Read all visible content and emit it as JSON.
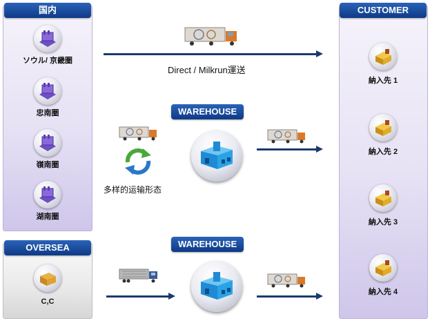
{
  "domestic": {
    "title": "国内",
    "regions": [
      "ソウル/ 京畿圏",
      "忠南圏",
      "嶺南圏",
      "湖南圏"
    ]
  },
  "oversea": {
    "title": "OVERSEA",
    "label": "C,C"
  },
  "customer": {
    "title": "CUSTOMER",
    "destinations": [
      "納入先 1",
      "納入先 2",
      "納入先 3",
      "納入先 4"
    ]
  },
  "direct_label": "Direct / Milkrun運送",
  "warehouse_1": "WAREHOUSE",
  "warehouse_2": "WAREHOUSE",
  "transport_label": "多样的运输形态"
}
